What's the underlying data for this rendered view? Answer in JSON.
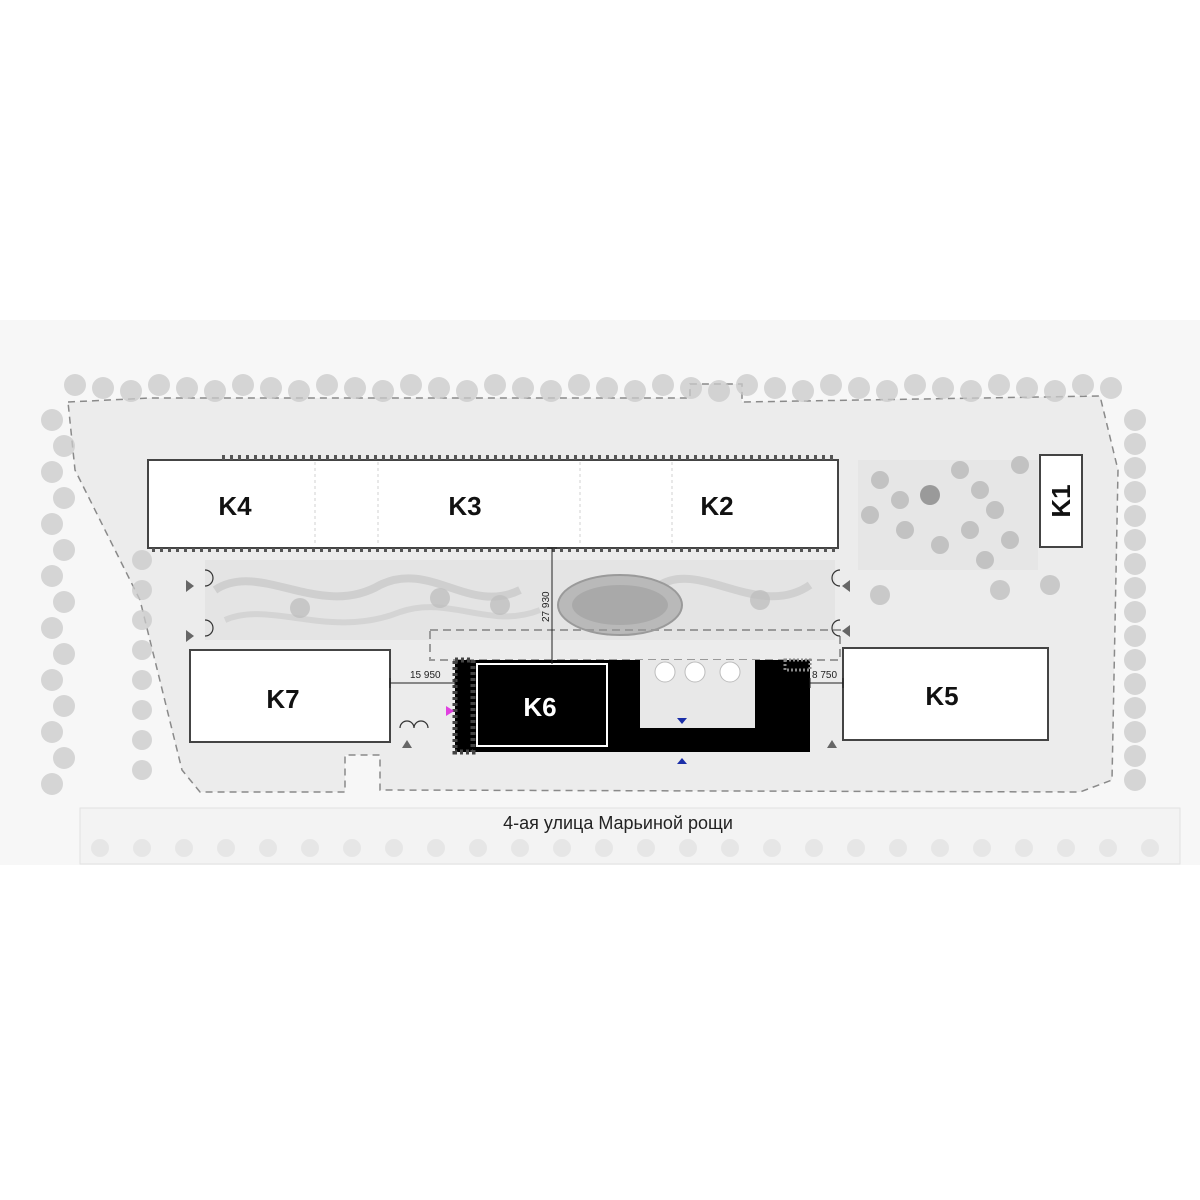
{
  "map": {
    "buildings": [
      {
        "id": "k1",
        "label": "K1"
      },
      {
        "id": "k2",
        "label": "K2"
      },
      {
        "id": "k3",
        "label": "K3"
      },
      {
        "id": "k4",
        "label": "K4"
      },
      {
        "id": "k5",
        "label": "K5"
      },
      {
        "id": "k6",
        "label": "K6"
      },
      {
        "id": "k7",
        "label": "K7"
      }
    ],
    "dimensions": {
      "west_gap": "15 950",
      "east_gap": "8 750",
      "courtyard_depth": "27 930"
    },
    "street_name": "4-ая улица Марьиной рощи",
    "colors": {
      "background": "#ffffff",
      "site_fill": "#ececec",
      "tree": "#c9c9c9",
      "highlight_building": "#000000",
      "entry_marker_magenta": "#e040e0",
      "entry_marker_blue": "#1a2ea8"
    }
  }
}
